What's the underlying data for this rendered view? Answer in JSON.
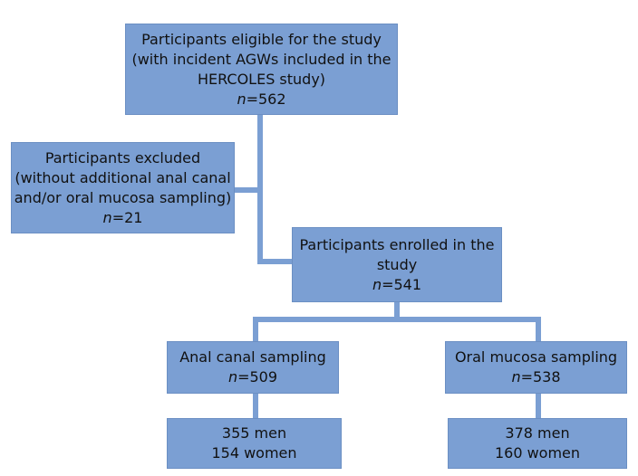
{
  "colors": {
    "box_fill": "#7b9fd3",
    "connector": "#7b9fd3",
    "text": "#111111"
  },
  "boxes": {
    "eligible": {
      "lines": [
        "Participants eligible for the study",
        "(with incident AGWs included in the",
        "HERCOLES study)"
      ],
      "n_label": "n",
      "n_value": "=562"
    },
    "excluded": {
      "lines": [
        "Participants excluded",
        "(without additional anal canal",
        "and/or oral mucosa sampling)"
      ],
      "n_label": "n",
      "n_value": "=21"
    },
    "enrolled": {
      "lines": [
        "Participants enrolled in the",
        "study"
      ],
      "n_label": "n",
      "n_value": "=541"
    },
    "anal": {
      "lines": [
        "Anal canal sampling"
      ],
      "n_label": "n",
      "n_value": "=509"
    },
    "oral": {
      "lines": [
        "Oral mucosa sampling"
      ],
      "n_label": "n",
      "n_value": "=538"
    },
    "anal_breakdown": {
      "lines": [
        "355 men",
        "154 women"
      ]
    },
    "oral_breakdown": {
      "lines": [
        "378 men",
        "160 women"
      ]
    }
  }
}
